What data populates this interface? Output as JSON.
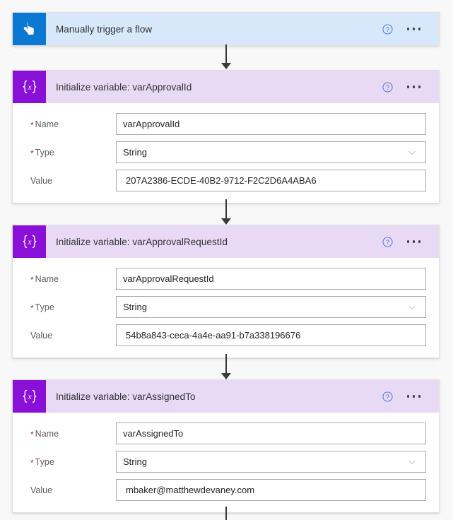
{
  "app": {
    "name": "Power Automate flow designer",
    "background_color": "#f8f8f8"
  },
  "colors": {
    "trigger_header": "#d6e8fa",
    "trigger_icon_bg": "#0b78d1",
    "variable_header": "#e8d9f5",
    "variable_icon_bg": "#8a10d8",
    "required_star": "#a4262c",
    "help_icon": "#4a6fd4",
    "connector": "#3b3a39"
  },
  "icons": {
    "trigger": "hand-tap-icon",
    "variable": "curly-braces-x-icon",
    "help": "help-circle-icon",
    "more": "ellipsis-icon",
    "dropdown": "chevron-down-icon"
  },
  "field_labels": {
    "name": "Name",
    "type": "Type",
    "value": "Value",
    "required_marker": "*"
  },
  "steps": [
    {
      "id": "trigger",
      "kind": "trigger",
      "title": "Manually trigger a flow",
      "icon": "hand-tap-icon",
      "expanded": false,
      "fields": []
    },
    {
      "id": "init-var-approval-id",
      "kind": "variable",
      "title": "Initialize variable: varApprovalId",
      "icon": "curly-braces-x-icon",
      "expanded": true,
      "fields": [
        {
          "label": "Name",
          "required": true,
          "control": "text",
          "value": "varApprovalId"
        },
        {
          "label": "Type",
          "required": true,
          "control": "select",
          "value": "String"
        },
        {
          "label": "Value",
          "required": false,
          "control": "text",
          "value": "207A2386-ECDE-40B2-9712-F2C2D6A4ABA6"
        }
      ]
    },
    {
      "id": "init-var-approval-request-id",
      "kind": "variable",
      "title": "Initialize variable: varApprovalRequestId",
      "icon": "curly-braces-x-icon",
      "expanded": true,
      "fields": [
        {
          "label": "Name",
          "required": true,
          "control": "text",
          "value": "varApprovalRequestId"
        },
        {
          "label": "Type",
          "required": true,
          "control": "select",
          "value": "String"
        },
        {
          "label": "Value",
          "required": false,
          "control": "text",
          "value": "54b8a843-ceca-4a4e-aa91-b7a338196676"
        }
      ]
    },
    {
      "id": "init-var-assigned-to",
      "kind": "variable",
      "title": "Initialize variable: varAssignedTo",
      "icon": "curly-braces-x-icon",
      "expanded": true,
      "fields": [
        {
          "label": "Name",
          "required": true,
          "control": "text",
          "value": "varAssignedTo"
        },
        {
          "label": "Type",
          "required": true,
          "control": "select",
          "value": "String"
        },
        {
          "label": "Value",
          "required": false,
          "control": "text",
          "value": "mbaker@matthewdevaney.com"
        }
      ]
    }
  ]
}
